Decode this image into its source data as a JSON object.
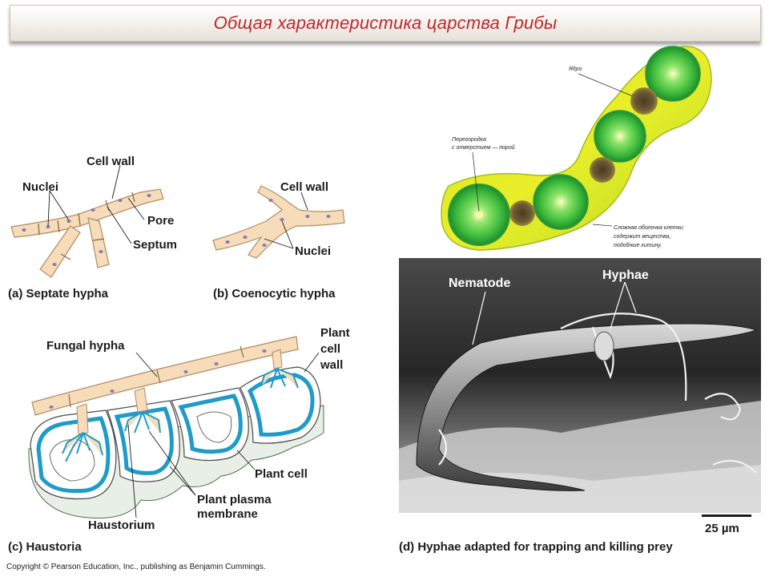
{
  "slide": {
    "title": "Общая характеристика царства Грибы",
    "copyright": "Copyright © Pearson Education, Inc., publishing as Benjamin Cummings."
  },
  "panel_a": {
    "caption": "(a) Septate hypha",
    "labels": {
      "cell_wall": "Cell wall",
      "nuclei": "Nuclei",
      "pore": "Pore",
      "septum": "Septum"
    }
  },
  "panel_b": {
    "caption": "(b) Coenocytic hypha",
    "labels": {
      "cell_wall": "Cell wall",
      "nuclei": "Nuclei"
    }
  },
  "panel_c": {
    "caption": "(c) Haustoria",
    "labels": {
      "fungal_hypha": "Fungal hypha",
      "plant_cell_wall": [
        "Plant",
        "cell",
        "wall"
      ],
      "plant_cell": "Plant cell",
      "plant_plasma_membrane": [
        "Plant plasma",
        "membrane"
      ],
      "haustorium": "Haustorium"
    }
  },
  "panel_d": {
    "caption": "(d) Hyphae adapted for trapping and killing prey",
    "labels": {
      "nematode": "Nematode",
      "hyphae": "Hyphae"
    },
    "scale_bar": "25 µm"
  },
  "inset": {
    "labels": {
      "nucleus": "Ядро",
      "septum_pore": [
        "Перегородка",
        "с отверстием — порой"
      ],
      "cell_wall_note": [
        "Сложная оболочка клетки",
        "содержит вещества,",
        "подобные хитину."
      ]
    }
  },
  "colors": {
    "title": "#c1272d",
    "hypha_fill": "#f6dcb8",
    "hypha_stroke": "#b08b66",
    "nucleus": "#8a7ab8",
    "cell_membrane": "#1f9bc7",
    "plant_wall": "#e7efe6",
    "inset_yellow": "#e5e80c",
    "inset_green": "#46c83c"
  }
}
